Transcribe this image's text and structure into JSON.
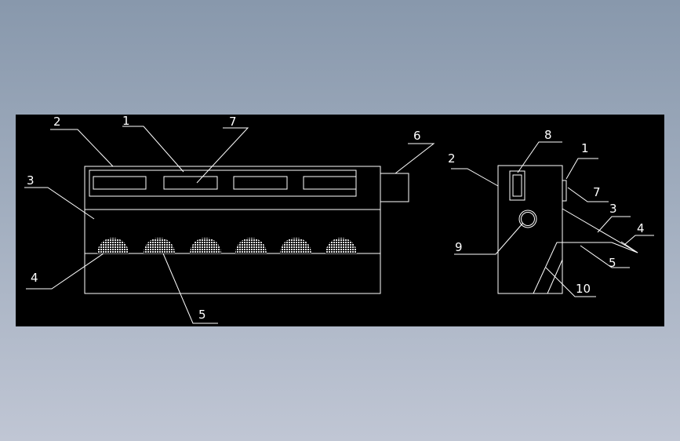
{
  "drawing": {
    "background_color": "#000000",
    "line_color": "#ffffff",
    "front_view_labels": {
      "l2": "2",
      "l1": "1",
      "l7": "7",
      "l6": "6",
      "l3": "3",
      "l4": "4",
      "l5": "5"
    },
    "side_view_labels": {
      "l8": "8",
      "l2": "2",
      "l1": "1",
      "l7": "7",
      "l3": "3",
      "l4": "4",
      "l5": "5",
      "l9": "9",
      "l10": "10"
    }
  }
}
